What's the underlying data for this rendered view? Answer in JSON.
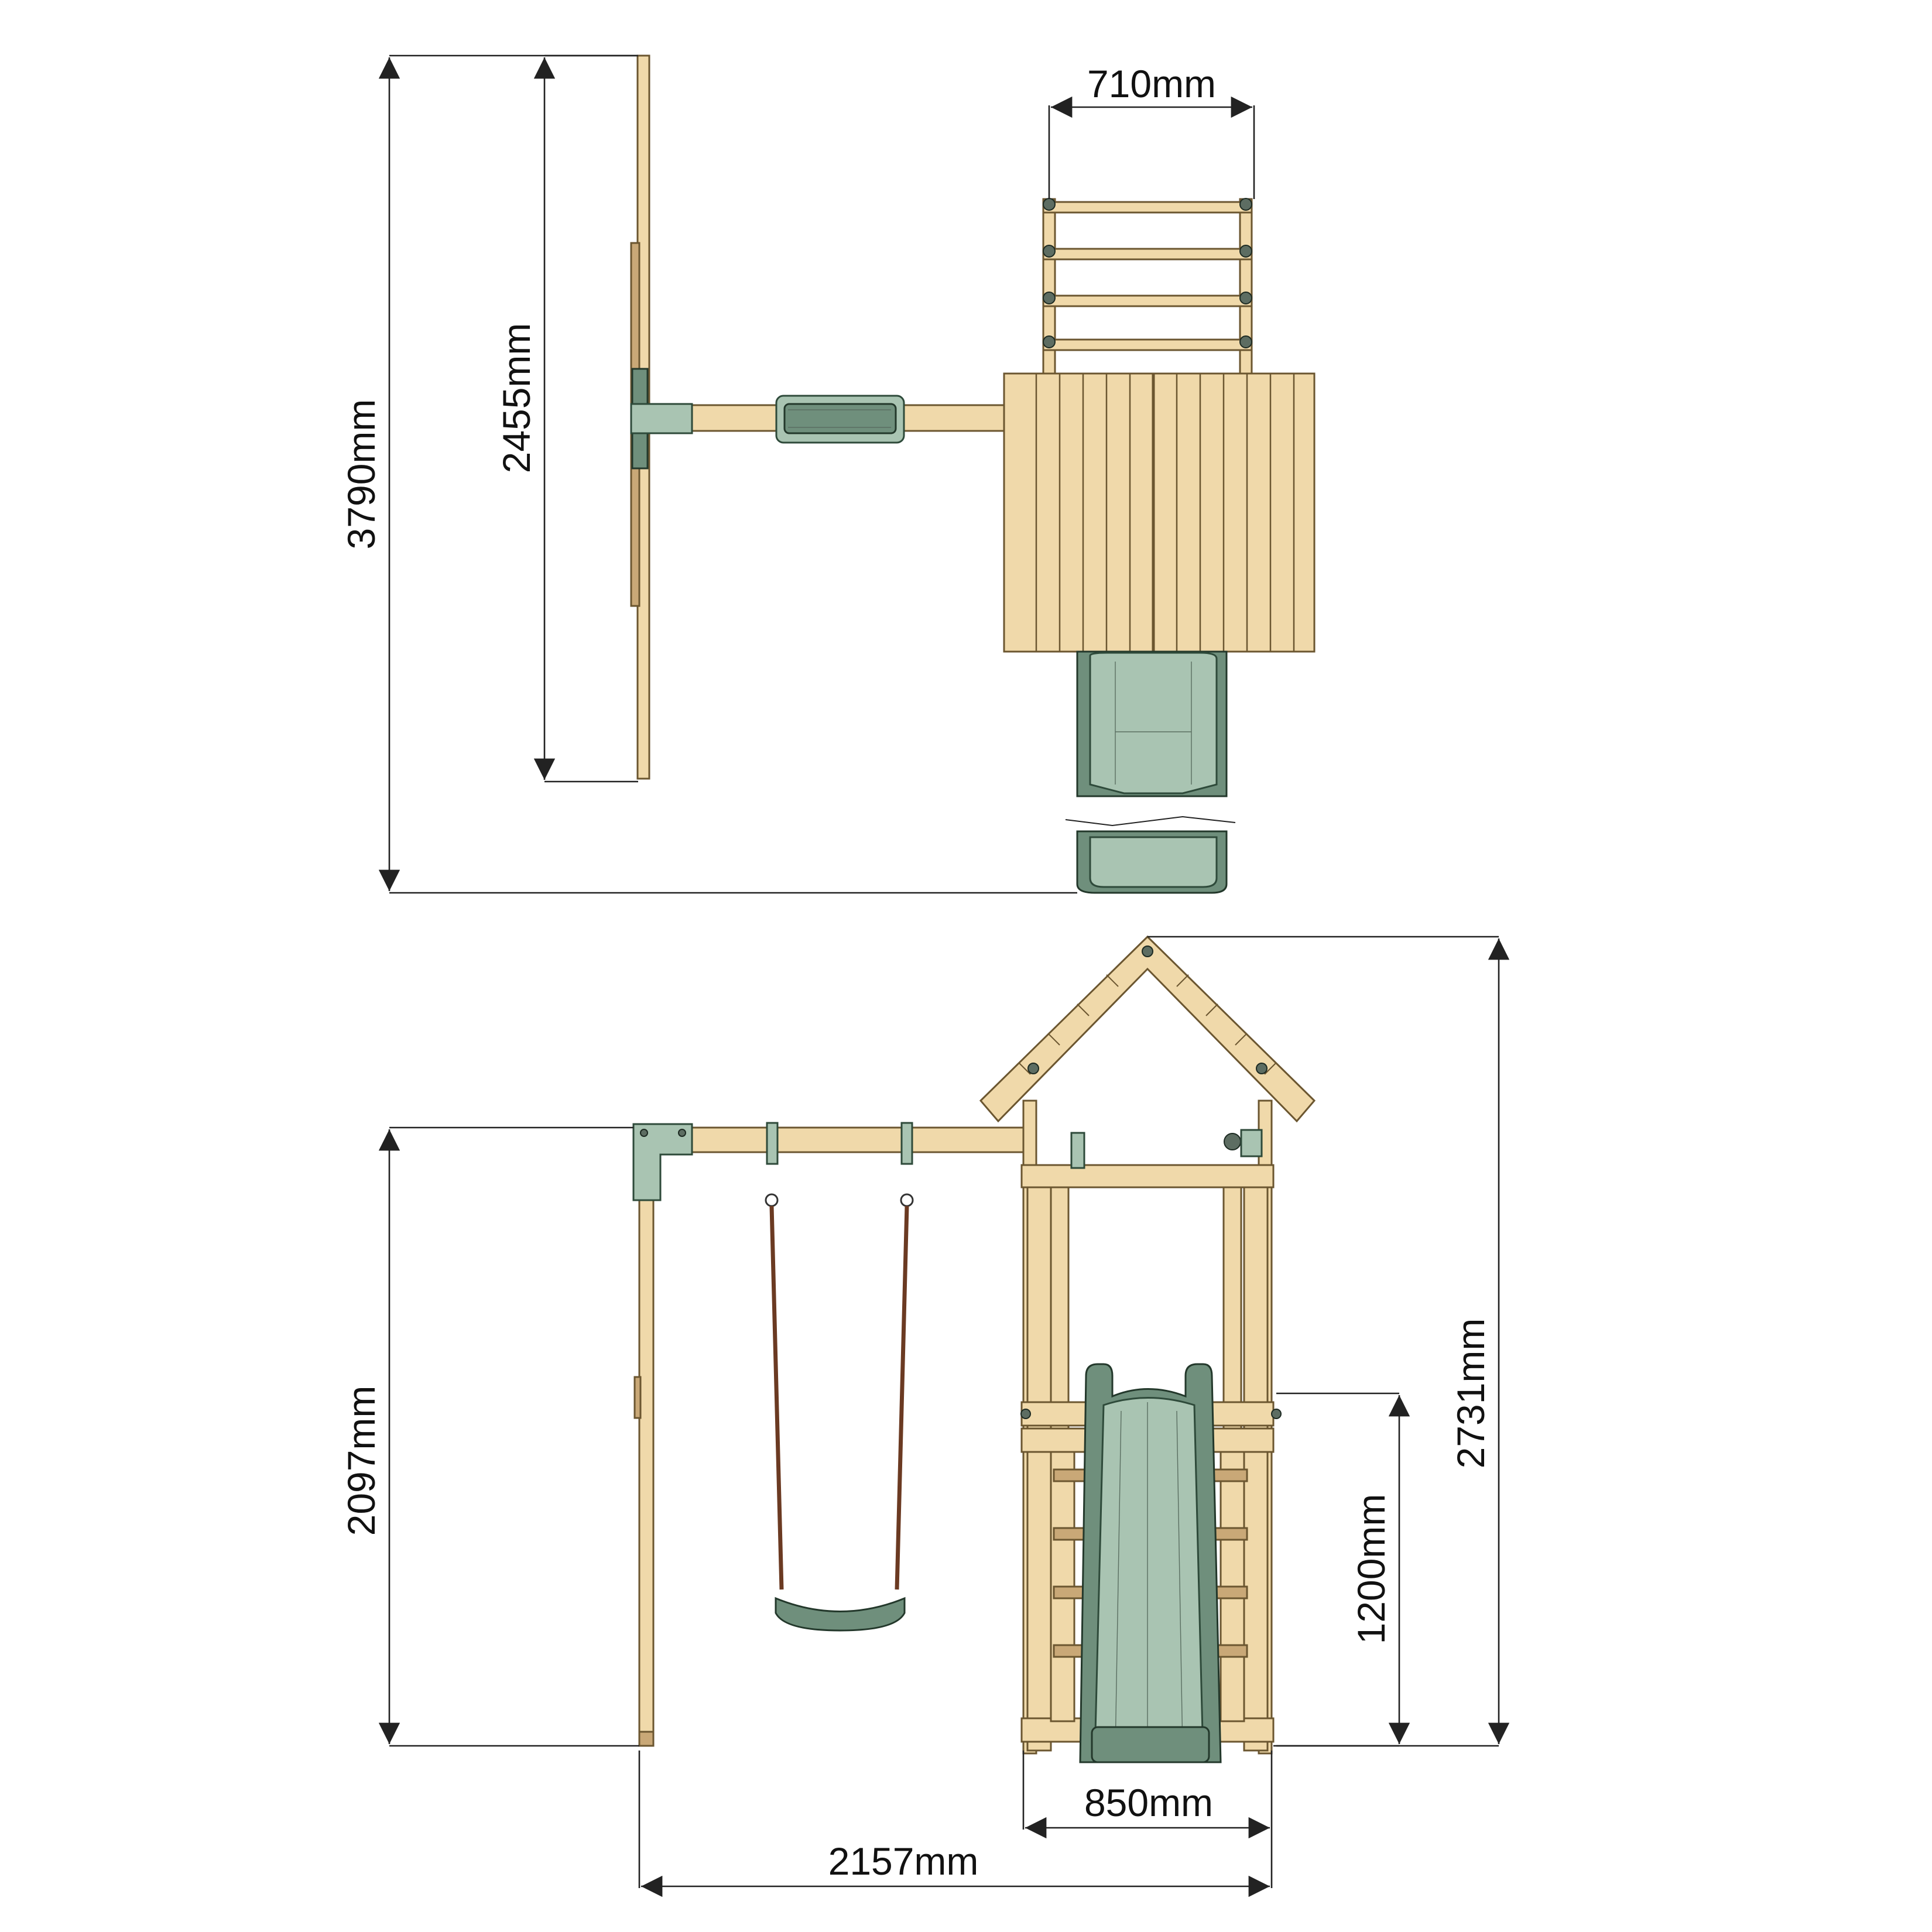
{
  "dimensions": {
    "top_total_length": "3790mm",
    "top_swing_beam_length": "2455mm",
    "top_ladder_width": "710mm",
    "front_beam_height": "2097mm",
    "front_total_height": "2731mm",
    "front_platform_height": "1200mm",
    "front_tower_width": "850mm",
    "front_total_width": "2157mm"
  },
  "colors": {
    "wood": "#f0d9aa",
    "wood_outline": "#6b5630",
    "slide_green": "#a9c4b2",
    "slide_green_dark": "#6f8f7c",
    "dimension_lines": "#222222"
  }
}
